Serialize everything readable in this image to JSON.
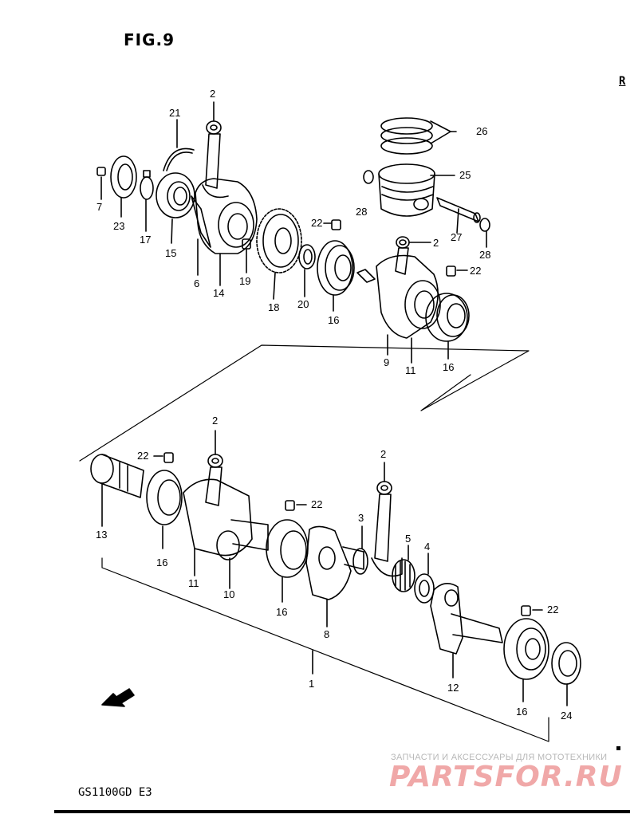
{
  "figure_title": "FIG.9",
  "corner_mark": "R",
  "model_code": "GS1100GD E3",
  "watermark": {
    "line1": "ЗАПЧАСТИ И АКСЕССУАРЫ ДЛЯ МОТОТЕХНИКИ",
    "brand": "PARTSFOR.RU"
  },
  "fwd_arrow": "FWD",
  "callouts": {
    "c2a": "2",
    "c21": "21",
    "c7": "7",
    "c23": "23",
    "c17": "17",
    "c15": "15",
    "c6": "6",
    "c14": "14",
    "c19": "19",
    "c18": "18",
    "c20": "20",
    "c22a": "22",
    "c16a": "16",
    "c26": "26",
    "c25": "25",
    "c28a": "28",
    "c27": "27",
    "c28b": "28",
    "c2b": "2",
    "c22b": "22",
    "c9": "9",
    "c11a": "11",
    "c16b": "16",
    "c2c": "2",
    "c22c": "22",
    "c13": "13",
    "c16c": "16",
    "c11b": "11",
    "c10": "10",
    "c22d": "22",
    "c16d": "16",
    "c8": "8",
    "c2d": "2",
    "c3": "3",
    "c5": "5",
    "c4": "4",
    "c22e": "22",
    "c12": "12",
    "c1": "1",
    "c16e": "16",
    "c24": "24"
  }
}
